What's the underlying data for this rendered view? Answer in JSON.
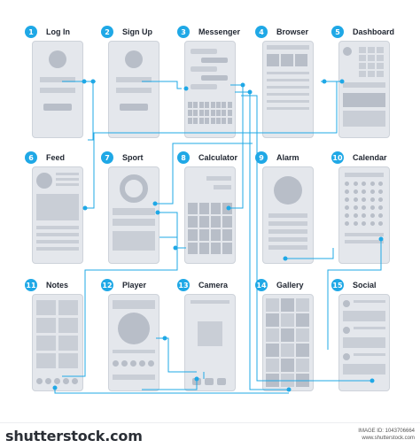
{
  "screens": [
    {
      "num": "1",
      "label": "Log In",
      "kind": "login"
    },
    {
      "num": "2",
      "label": "Sign Up",
      "kind": "login"
    },
    {
      "num": "3",
      "label": "Messenger",
      "kind": "messenger"
    },
    {
      "num": "4",
      "label": "Browser",
      "kind": "browser"
    },
    {
      "num": "5",
      "label": "Dashboard",
      "kind": "dashboard"
    },
    {
      "num": "6",
      "label": "Feed",
      "kind": "feed"
    },
    {
      "num": "7",
      "label": "Sport",
      "kind": "sport"
    },
    {
      "num": "8",
      "label": "Calculator",
      "kind": "calculator"
    },
    {
      "num": "9",
      "label": "Alarm",
      "kind": "alarm"
    },
    {
      "num": "10",
      "label": "Calendar",
      "kind": "calendar"
    },
    {
      "num": "11",
      "label": "Notes",
      "kind": "notes"
    },
    {
      "num": "12",
      "label": "Player",
      "kind": "player"
    },
    {
      "num": "13",
      "label": "Camera",
      "kind": "camera"
    },
    {
      "num": "14",
      "label": "Gallery",
      "kind": "gallery"
    },
    {
      "num": "15",
      "label": "Social",
      "kind": "social"
    }
  ],
  "colors": {
    "accent": "#1fa8e6",
    "phone": "#e4e7ec",
    "block": "#c9ced6"
  },
  "footer": {
    "brand": "shutterstock.com",
    "image_id": "IMAGE ID: 1043706664",
    "site": "www.shutterstock.com"
  }
}
